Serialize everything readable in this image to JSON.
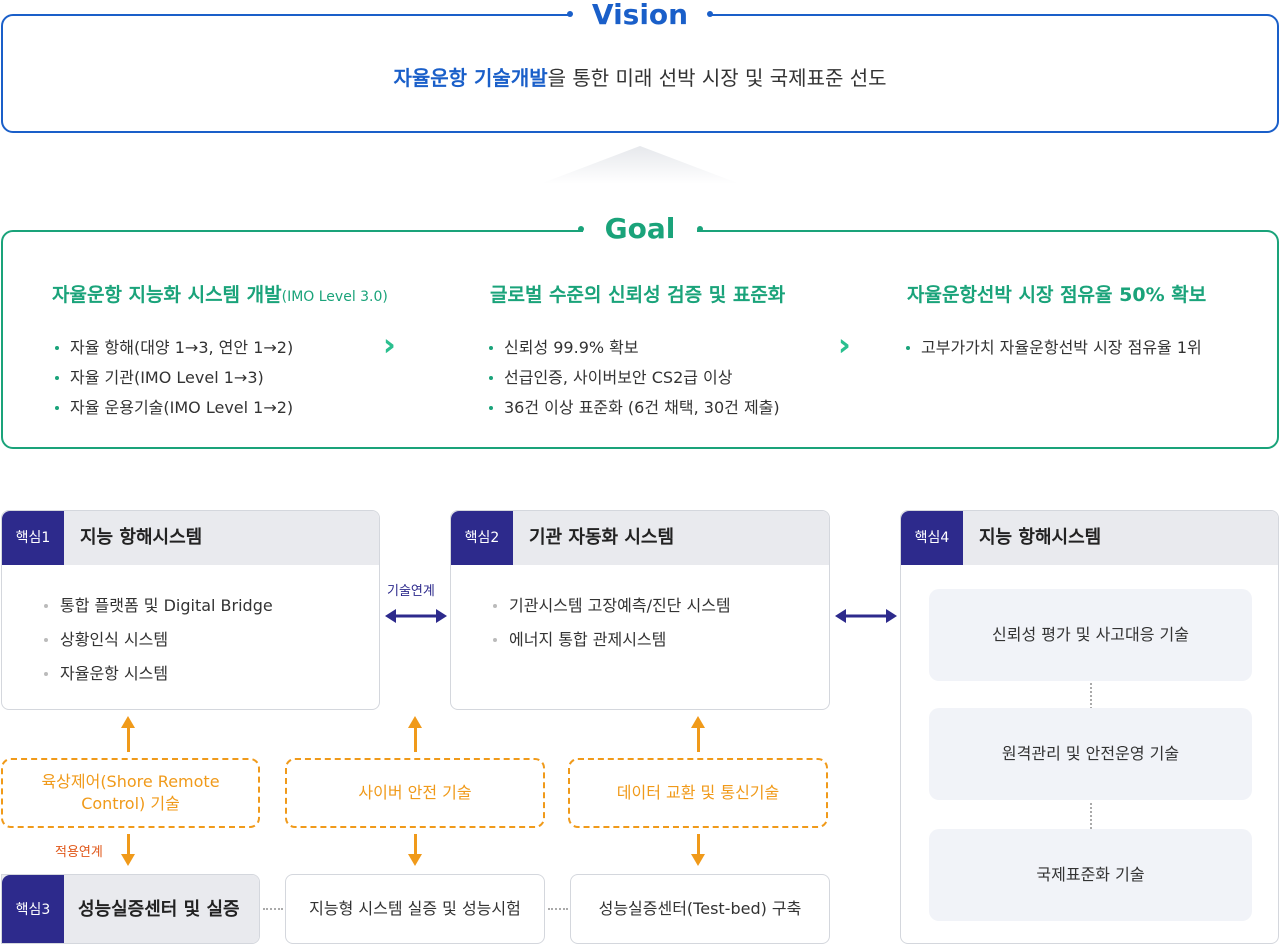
{
  "vision": {
    "title": "Vision",
    "highlight": "자율운항 기술개발",
    "rest": "을 통한 미래 선박 시장 및 국제표준 선도"
  },
  "goal": {
    "title": "Goal",
    "columns": [
      {
        "title": "자율운항 지능화 시스템 개발",
        "title_small": "(IMO Level 3.0)",
        "items": [
          "자율 항해(대양 1→3, 연안 1→2)",
          "자율 기관(IMO Level 1→3)",
          "자율 운용기술(IMO Level 1→2)"
        ]
      },
      {
        "title": "글로벌 수준의 신뢰성 검증 및 표준화",
        "items": [
          "신뢰성 99.9% 확보",
          "선급인증, 사이버보안 CS2급 이상",
          "36건 이상 표준화 (6건 채택, 30건 제출)"
        ]
      },
      {
        "title": "자율운항선박 시장 점유율 50% 확보",
        "items": [
          "고부가가치 자율운항선박 시장 점유율 1위"
        ]
      }
    ]
  },
  "cores": {
    "core1": {
      "badge": "핵심1",
      "title": "지능 항해시스템",
      "items": [
        "통합 플랫폼 및 Digital Bridge",
        "상황인식 시스템",
        "자율운항 시스템"
      ]
    },
    "core2": {
      "badge": "핵심2",
      "title": "기관 자동화 시스템",
      "items": [
        "기관시스템 고장예측/진단 시스템",
        "에너지 통합 관제시스템"
      ]
    },
    "core3": {
      "badge": "핵심3",
      "title": "성능실증센터 및 실증"
    },
    "core4": {
      "badge": "핵심4",
      "title": "지능 항해시스템",
      "cards": [
        "신뢰성 평가 및 사고대응 기술",
        "원격관리 및 안전운영 기술",
        "국제표준화 기술"
      ]
    }
  },
  "links": {
    "tech_link": "기술연계",
    "apply_link": "적용연계"
  },
  "tech": {
    "shore_line1": "육상제어(Shore Remote",
    "shore_line2": "Control) 기술",
    "cyber": "사이버 안전 기술",
    "data": "데이터 교환 및 통신기술"
  },
  "bottom": {
    "test1": "지능형 시스템 실증 및 성능시험",
    "test2": "성능실증센터(Test-bed) 구축"
  },
  "colors": {
    "vision": "#1a5fc9",
    "goal": "#1aa37a",
    "core_badge": "#2d2a8c",
    "tech_dashed": "#f09a1a"
  }
}
